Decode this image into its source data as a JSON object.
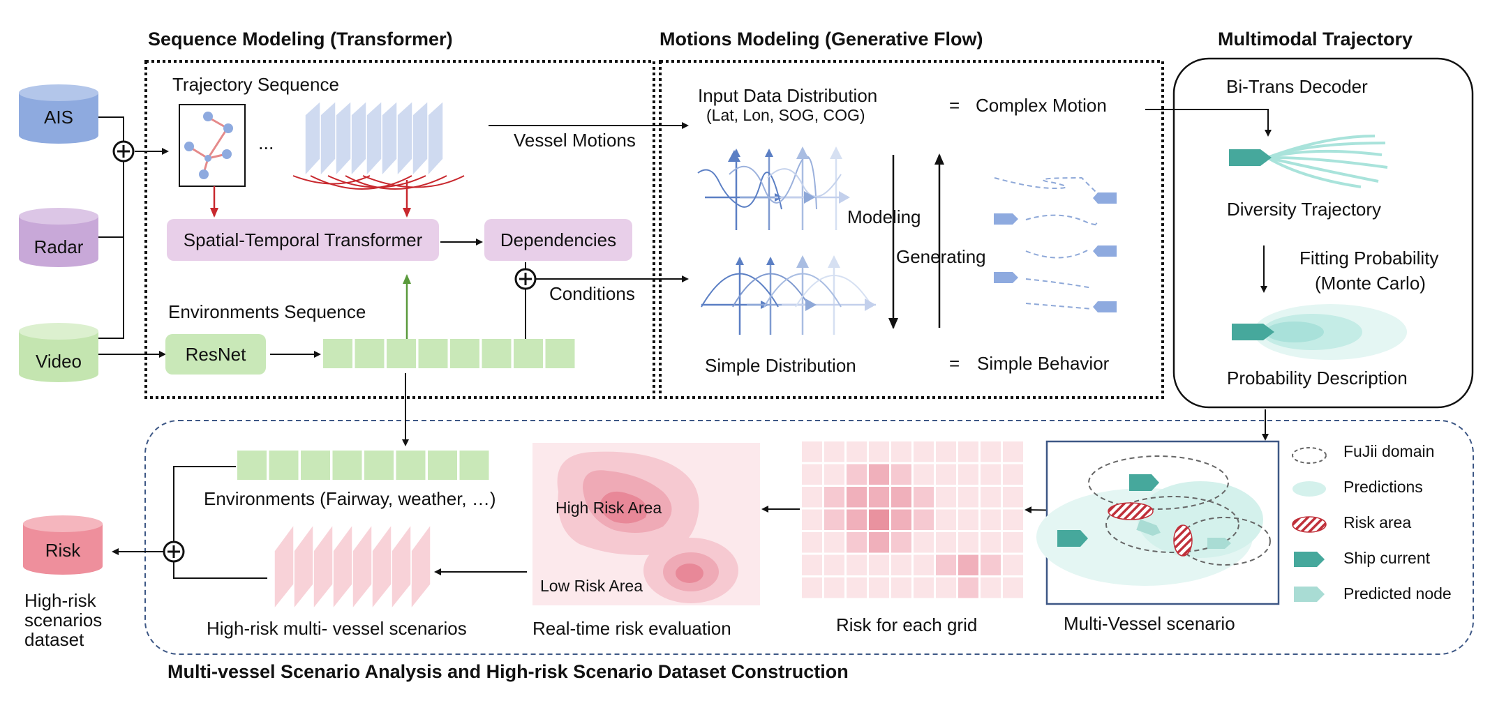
{
  "sections": {
    "sequence": "Sequence Modeling (Transformer)",
    "motions": "Motions Modeling (Generative Flow)",
    "multimodal": "Multimodal Trajectory",
    "bottom": "Multi-vessel Scenario Analysis and High-risk Scenario Dataset Construction"
  },
  "sources": {
    "ais": "AIS",
    "radar": "Radar",
    "video": "Video",
    "risk": "Risk"
  },
  "risk_dataset_lines": [
    "High-risk",
    "scenarios",
    "dataset"
  ],
  "sequence": {
    "trajectory_sequence": "Trajectory Sequence",
    "ellipsis": "...",
    "st_transformer": "Spatial-Temporal Transformer",
    "dependencies": "Dependencies",
    "environments_sequence": "Environments Sequence",
    "resnet": "ResNet"
  },
  "flow": {
    "vessel_motions": "Vessel Motions",
    "conditions": "Conditions",
    "input_dist": "Input Data Distribution",
    "input_vars": "(Lat, Lon, SOG, COG)",
    "eq1": "=",
    "complex_motion": "Complex Motion",
    "modeling": "Modeling",
    "generating": "Generating",
    "simple_dist": "Simple Distribution",
    "eq2": "=",
    "simple_behavior": "Simple Behavior"
  },
  "multimodal": {
    "decoder": "Bi-Trans Decoder",
    "diversity": "Diversity Trajectory",
    "fitting1": "Fitting Probability",
    "fitting2": "(Monte Carlo)",
    "prob_desc": "Probability Description"
  },
  "bottom": {
    "environments": "Environments (Fairway, weather, …)",
    "high_risk_scenarios": "High-risk multi- vessel scenarios",
    "realtime": "Real-time risk evaluation",
    "high_risk_area": "High Risk Area",
    "low_risk_area": "Low Risk Area",
    "grid": "Risk for each grid",
    "multivessel": "Multi-Vessel scenario"
  },
  "legend": [
    "FuJii domain",
    "Predictions",
    "Risk area",
    "Ship current",
    "Predicted node"
  ],
  "colors": {
    "ais": "#8eaadf",
    "radar": "#c8a8d8",
    "video": "#c4e5b0",
    "risk": "#ee8f9c",
    "purple_box": "#e8cfe9",
    "green_box": "#c9e8b8",
    "teal": "#46a89c",
    "teal_light": "#a9dcd4",
    "blue_layer": "#cdd9f0",
    "red_arrow": "#c8282e",
    "green_arrow": "#5a9a3c",
    "dash_border": "#3d5785"
  }
}
